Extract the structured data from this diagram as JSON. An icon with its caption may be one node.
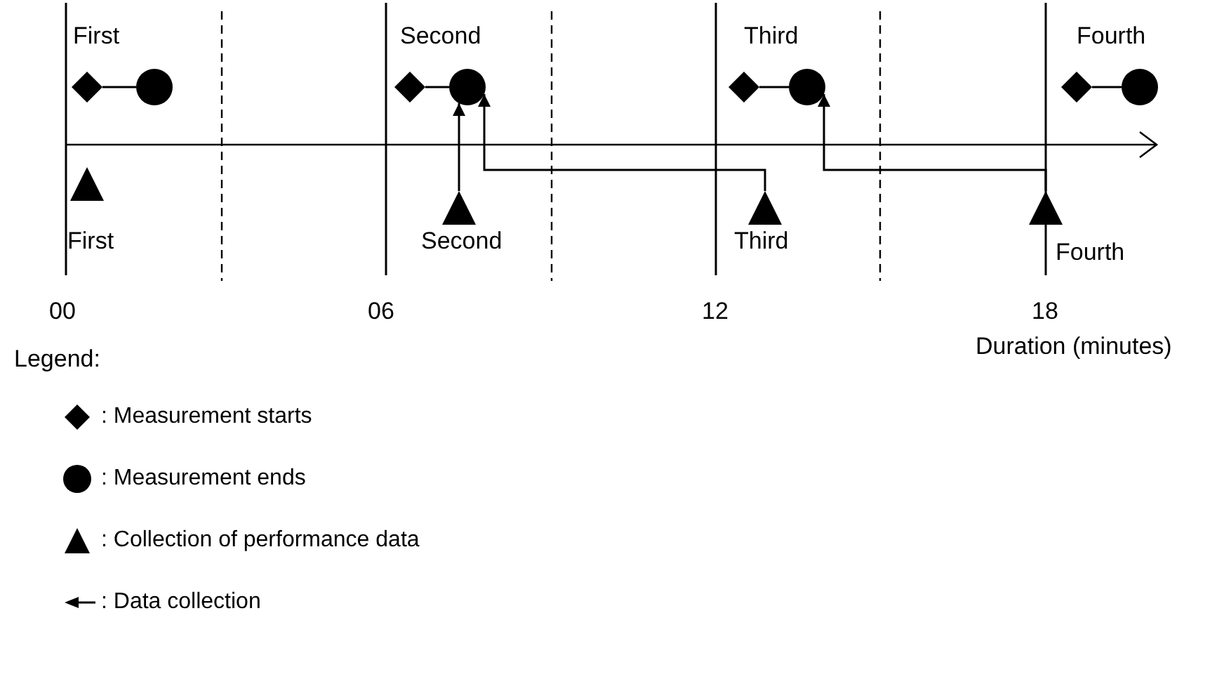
{
  "diagram": {
    "nodes": [
      {
        "text": [],
        "shape": "diamond"
      },
      {
        "text": [],
        "shape": "circle"
      },
      {
        "text": [],
        "shape": "diamond"
      },
      {
        "text": [],
        "shape": "circle"
      },
      {
        "text": [],
        "shape": "diamond"
      },
      {
        "text": [],
        "shape": "circle"
      },
      {
        "text": [],
        "shape": "diamond"
      },
      {
        "text": [],
        "shape": "circle"
      },
      {
        "text": [],
        "shape": "triangle",
        "beside": [
          "First"
        ]
      },
      {
        "text": [],
        "shape": "triangle",
        "beside": [
          "Second"
        ]
      },
      {
        "text": [],
        "shape": "triangle",
        "beside": [
          "Third"
        ]
      },
      {
        "text": [],
        "shape": "triangle",
        "beside": [
          "Fourth"
        ]
      }
    ],
    "edges": [
      {
        "from": 0,
        "to": 1,
        "arrow": "none"
      },
      {
        "from": 2,
        "to": 3,
        "arrow": "none"
      },
      {
        "from": 4,
        "to": 5,
        "arrow": "none"
      },
      {
        "from": 6,
        "to": 7,
        "arrow": "none"
      },
      {
        "from": 9,
        "to": 3,
        "arrow": "to"
      },
      {
        "from": 10,
        "to": 3,
        "arrow": "to"
      },
      {
        "from": 11,
        "to": 5,
        "arrow": "to"
      }
    ],
    "labels": [
      "First",
      "Second",
      "Third",
      "Fourth",
      "00",
      "06",
      "12",
      "18",
      "Duration (minutes)",
      "Legend:"
    ],
    "legend": [
      {
        "text": ": Measurement starts"
      },
      {
        "text": ": Measurement ends"
      },
      {
        "text": ": Collection of performance data"
      },
      {
        "text": ": Data collection"
      }
    ]
  }
}
